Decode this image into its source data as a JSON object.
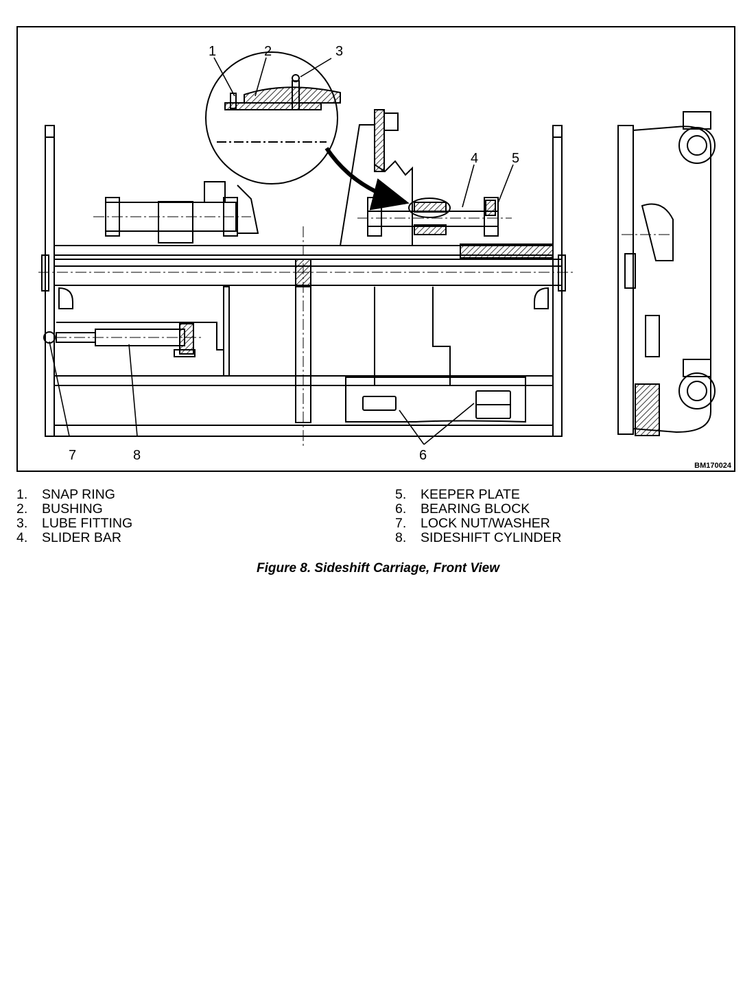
{
  "figure": {
    "id_label": "BM170024",
    "callouts": [
      "1",
      "2",
      "3",
      "4",
      "5",
      "6",
      "7",
      "8"
    ]
  },
  "legend": {
    "left": [
      {
        "num": "1.",
        "label": "SNAP RING"
      },
      {
        "num": "2.",
        "label": "BUSHING"
      },
      {
        "num": "3.",
        "label": "LUBE FITTING"
      },
      {
        "num": "4.",
        "label": "SLIDER BAR"
      }
    ],
    "right": [
      {
        "num": "5.",
        "label": "KEEPER PLATE"
      },
      {
        "num": "6.",
        "label": "BEARING BLOCK"
      },
      {
        "num": "7.",
        "label": "LOCK NUT/WASHER"
      },
      {
        "num": "8.",
        "label": "SIDESHIFT CYLINDER"
      }
    ]
  },
  "caption": "Figure 8.  Sideshift Carriage, Front View"
}
